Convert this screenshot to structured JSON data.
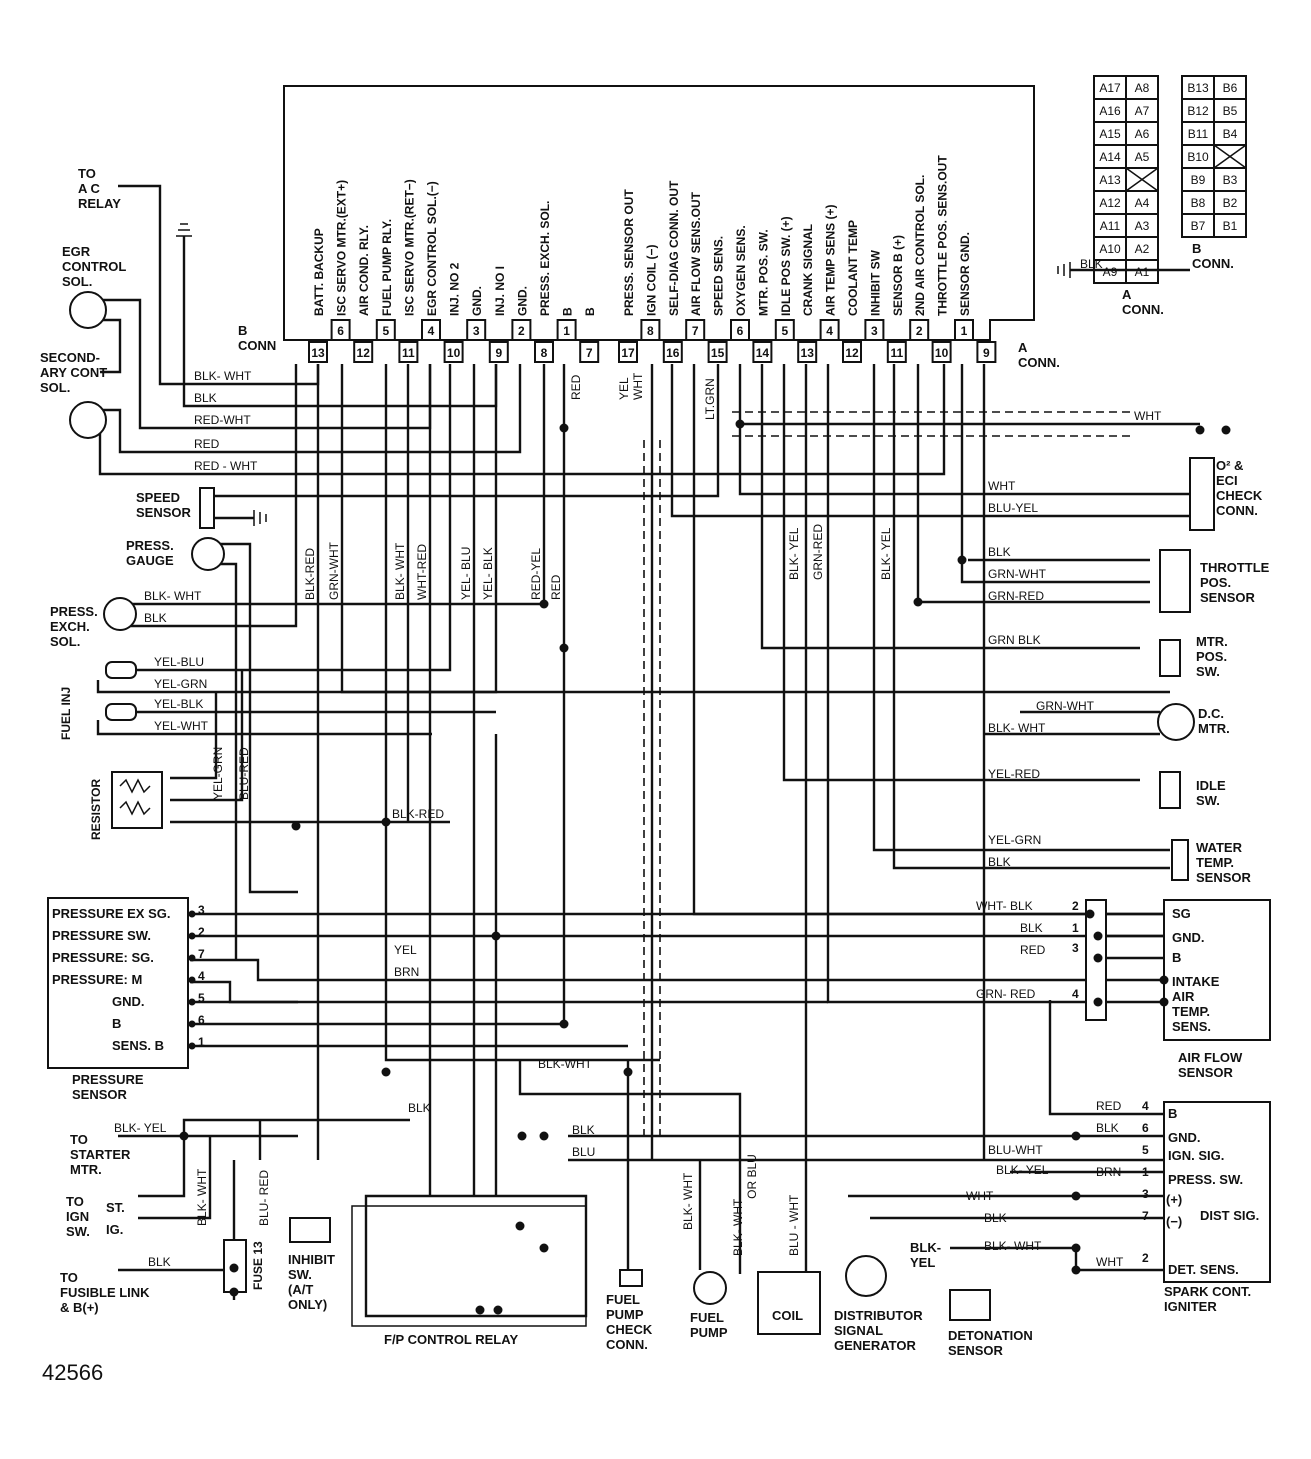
{
  "ecu": {
    "b_conn_label": "B\nCONN",
    "a_conn_label": "A\nCONN.",
    "b_pins": [
      {
        "n": "13",
        "label": "BATT. BACKUP"
      },
      {
        "n": "6",
        "label": "ISC SERVO MTR.(EXT+)"
      },
      {
        "n": "12",
        "label": "AIR COND. RLY."
      },
      {
        "n": "5",
        "label": "FUEL PUMP RLY."
      },
      {
        "n": "11",
        "label": "ISC SERVO MTR.(RET−)"
      },
      {
        "n": "4",
        "label": "EGR CONTROL SOL.(−)"
      },
      {
        "n": "10",
        "label": "INJ. NO 2"
      },
      {
        "n": "3",
        "label": "GND."
      },
      {
        "n": "9",
        "label": "INJ. NO I"
      },
      {
        "n": "2",
        "label": "GND."
      },
      {
        "n": "8",
        "label": "PRESS. EXCH. SOL."
      },
      {
        "n": "1",
        "label": "B"
      },
      {
        "n": "7",
        "label": "B"
      }
    ],
    "a_pins": [
      {
        "n": "17",
        "label": "PRESS. SENSOR OUT"
      },
      {
        "n": "8",
        "label": "IGN COIL (−)"
      },
      {
        "n": "16",
        "label": "SELF-DIAG CONN. OUT"
      },
      {
        "n": "7",
        "label": "AIR FLOW SENS.OUT"
      },
      {
        "n": "15",
        "label": "SPEED SENS."
      },
      {
        "n": "6",
        "label": "OXYGEN SENS."
      },
      {
        "n": "14",
        "label": "MTR. POS. SW."
      },
      {
        "n": "5",
        "label": "IDLE POS SW. (+)"
      },
      {
        "n": "13",
        "label": "CRANK SIGNAL"
      },
      {
        "n": "4",
        "label": "AIR TEMP SENS (+)"
      },
      {
        "n": "12",
        "label": "COOLANT TEMP"
      },
      {
        "n": "3",
        "label": "INHIBIT SW"
      },
      {
        "n": "11",
        "label": "SENSOR B (+)"
      },
      {
        "n": "2",
        "label": "2ND AIR CONTROL SOL."
      },
      {
        "n": "10",
        "label": "THROTTLE POS. SENS.OUT"
      },
      {
        "n": "1",
        "label": "SENSOR GND."
      },
      {
        "n": "9",
        "label": ""
      }
    ]
  },
  "conn_legend": {
    "a": {
      "cells": [
        "A17",
        "A8",
        "A16",
        "A7",
        "A15",
        "A6",
        "A14",
        "A5",
        "A13",
        "",
        "A12",
        "A4",
        "A11",
        "A3",
        "A10",
        "A2",
        "A9",
        "A1"
      ],
      "label": "A\nCONN."
    },
    "b": {
      "cells": [
        "B13",
        "B6",
        "B12",
        "B5",
        "B11",
        "B4",
        "B10",
        "",
        "B9",
        "B3",
        "B8",
        "B2",
        "B7",
        "B1"
      ],
      "label": "B\nCONN."
    }
  },
  "components": {
    "ac_relay": "TO\nA C\nRELAY",
    "egr_sol": "EGR\nCONTROL\nSOL.",
    "secondary_sol": "SECOND-\nARY CONT\nSOL.",
    "speed_sensor": "SPEED\nSENSOR",
    "press_gauge": "PRESS.\nGAUGE",
    "press_exch_sol": "PRESS.\nEXCH.\nSOL.",
    "fuel_inj": "FUEL INJ",
    "resistor": "RESISTOR",
    "pressure_sensor": "PRESSURE\nSENSOR",
    "pressure_pins": [
      "PRESSURE EX SG.",
      "PRESSURE SW.",
      "PRESSURE: SG.",
      "PRESSURE: M",
      "GND.",
      "B",
      "SENS. B"
    ],
    "starter": "TO\nSTARTER\nMTR.",
    "ign_sw": "TO\nIGN\nSW.",
    "ign_st": "ST.",
    "ign_ig": "IG.",
    "fusible": "TO\nFUSIBLE LINK\n& B(+)",
    "fuse": "FUSE 13",
    "inhibit_sw": "INHIBIT\nSW.\n(A/T\nONLY)",
    "fp_relay": "F/P CONTROL RELAY",
    "fp_check": "FUEL\nPUMP\nCHECK\nCONN.",
    "fuel_pump": "FUEL\nPUMP",
    "coil": "COIL",
    "dist_gen": "DISTRIBUTOR\nSIGNAL\nGENERATOR",
    "detonation": "DETONATION\nSENSOR",
    "o2_check": "O² &\nECI\nCHECK\nCONN.",
    "throttle_sensor": "THROTTLE\nPOS.\nSENSOR",
    "mtr_pos_sw": "MTR.\nPOS.\nSW.",
    "dc_mtr": "D.C.\nMTR.",
    "idle_sw": "IDLE\nSW.",
    "water_temp": "WATER\nTEMP.\nSENSOR",
    "airflow_pins": [
      "SG",
      "GND.",
      "B",
      "INTAKE\nAIR\nTEMP.\nSENS."
    ],
    "airflow": "AIR FLOW\nSENSOR",
    "igniter_pins": [
      "B",
      "GND.",
      "IGN. SIG.",
      "PRESS. SW.",
      "(+)",
      "DIST SIG.",
      "(−)",
      "DET. SENS."
    ],
    "igniter": "SPARK CONT.\nIGNITER",
    "dist_gen_wire": "BLK-\nYEL",
    "figure_id": "42566"
  },
  "wires": {
    "blk_wht": "BLK- WHT",
    "blk": "BLK",
    "red_wht": "RED-WHT",
    "red": "RED",
    "red_wht2": "RED - WHT",
    "wht": "WHT",
    "blu_yel": "BLU-YEL",
    "grn_wht": "GRN-WHT",
    "grn_red": "GRN-RED",
    "grn_blk": "GRN BLK",
    "yel_red": "YEL-RED",
    "yel_grn": "YEL-GRN",
    "yel_blu": "YEL-BLU",
    "yel_blk": "YEL-BLK",
    "yel_wht": "YEL-WHT",
    "blk_red": "BLK-RED",
    "wht_blk": "WHT- BLK",
    "grn_red2": "GRN- RED",
    "yel": "YEL",
    "brn": "BRN",
    "blk_yel": "BLK- YEL",
    "blu": "BLU",
    "blu_red": "BLU- RED",
    "blu_wht": "BLU-WHT",
    "blk_yel2": "BLK- YEL",
    "blk_wht_or_blu": "BLK- WHT\nOR BLU",
    "lt_grn": "LT.GRN",
    "v_blk_red": "BLK-RED",
    "v_grn_wht": "GRN-WHT",
    "v_blk_wht": "BLK- WHT",
    "v_wht_red": "WHT-RED",
    "v_yel_blu": "YEL- BLU",
    "v_yel_blk": "YEL- BLK",
    "v_red_yel": "RED-YEL",
    "v_red": "RED",
    "v_yel_grn": "YEL-GRN",
    "v_blu_red": "BLU-RED",
    "v_blk_yel": "BLK- YEL",
    "v_grn_red": "GRN-RED",
    "v_blk_yel2": "BLK- YEL",
    "v_yel": "YEL",
    "v_wht": "WHT",
    "v_blu_wht": "BLU - WHT",
    "v_blk_wht2": "BLK- WHT",
    "v_blu_red2": "BLU- RED",
    "v_blk_wht3": "BLK-WHT"
  }
}
